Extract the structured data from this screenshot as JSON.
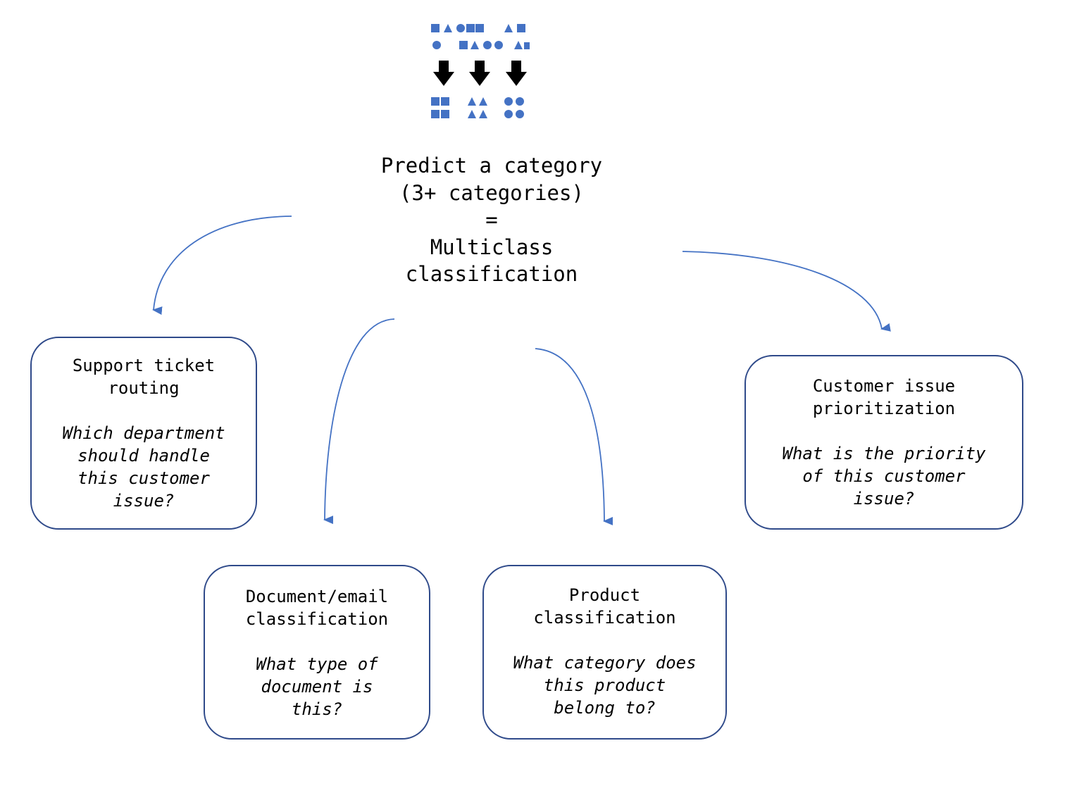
{
  "icon": {
    "name": "sorting-shapes-icon",
    "colors": {
      "shapes": "#4472c4",
      "arrows": "#000000"
    }
  },
  "title": {
    "line1": "Predict a category",
    "line2": "(3+ categories)",
    "line3": "=",
    "line4": "Multiclass",
    "line5": "classification"
  },
  "colors": {
    "connector": "#4472c4",
    "box_border": "#2f4a8a",
    "background": "#ffffff"
  },
  "boxes": {
    "support": {
      "label": "Support ticket\nrouting",
      "question": "Which department\nshould handle\nthis customer\nissue?"
    },
    "customer": {
      "label": "Customer issue\nprioritization",
      "question": "What is the priority\nof this customer\nissue?"
    },
    "document": {
      "label": "Document/email\nclassification",
      "question": "What type of\ndocument is\nthis?"
    },
    "product": {
      "label": "Product\nclassification",
      "question": "What category does\nthis product\nbelong to?"
    }
  }
}
